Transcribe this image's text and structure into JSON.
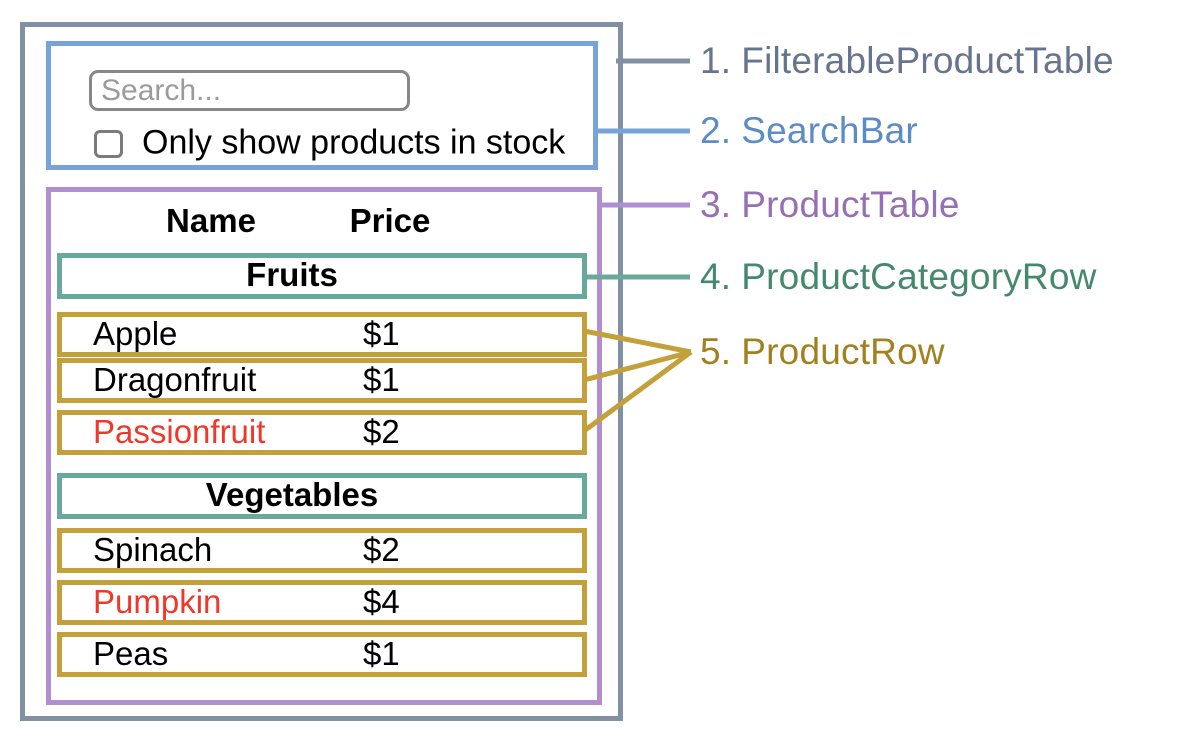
{
  "search_bar": {
    "placeholder": "Search...",
    "checkbox_label": "Only show products in stock",
    "checkbox_checked": false
  },
  "product_table": {
    "columns": {
      "name": "Name",
      "price": "Price"
    },
    "sections": [
      {
        "category": "Fruits",
        "rows": [
          {
            "name": "Apple",
            "price": "$1",
            "highlighted_red": false
          },
          {
            "name": "Dragonfruit",
            "price": "$1",
            "highlighted_red": false
          },
          {
            "name": "Passionfruit",
            "price": "$2",
            "highlighted_red": true
          }
        ]
      },
      {
        "category": "Vegetables",
        "rows": [
          {
            "name": "Spinach",
            "price": "$2",
            "highlighted_red": false
          },
          {
            "name": "Pumpkin",
            "price": "$4",
            "highlighted_red": true
          },
          {
            "name": "Peas",
            "price": "$1",
            "highlighted_red": false
          }
        ]
      }
    ]
  },
  "legend": [
    {
      "number": "1.",
      "label": "FilterableProductTable",
      "color": "#66748e"
    },
    {
      "number": "2.",
      "label": "SearchBar",
      "color": "#5b8cc6"
    },
    {
      "number": "3.",
      "label": "ProductTable",
      "color": "#9570b5"
    },
    {
      "number": "4.",
      "label": "ProductCategoryRow",
      "color": "#44886f"
    },
    {
      "number": "5.",
      "label": "ProductRow",
      "color": "#a3801f"
    }
  ],
  "colors": {
    "filterable_product_table_outline": "#8290a4",
    "search_bar_outline": "#78a3d6",
    "product_table_outline": "#b18ecf",
    "product_category_row_outline": "#67a99b",
    "product_row_outline": "#c4a03a",
    "out_of_stock_text": "#f0372a"
  }
}
